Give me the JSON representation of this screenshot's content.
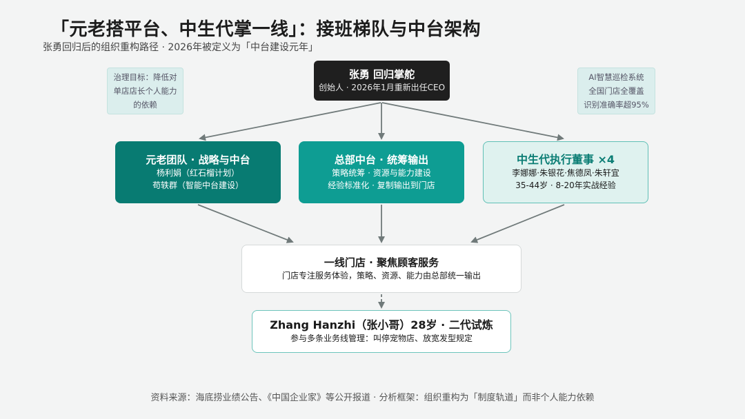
{
  "header": {
    "title": "「元老搭平台、中生代掌一线」：接班梯队与中台架构",
    "subtitle": "张勇回归后的组织重构路径 · 2026年被定义为「中台建设元年」"
  },
  "notes": {
    "left": [
      "治理目标：降低对",
      "单店店长个人能力",
      "的依赖"
    ],
    "right": [
      "AI智慧巡检系统",
      "全国门店全覆盖",
      "识别准确率超95%"
    ]
  },
  "nodes": {
    "ceo": {
      "title": "张勇 回归掌舵",
      "lines": [
        "创始人 · 2026年1月重新出任CEO"
      ]
    },
    "elder": {
      "title": "元老团队 · 战略与中台",
      "lines": [
        "杨利娟（红石榴计划）",
        "苟轶群（智能中台建设）"
      ]
    },
    "hq": {
      "title": "总部中台 · 统筹输出",
      "lines": [
        "策略统筹 · 资源与能力建设",
        "经验标准化 · 复制输出到门店"
      ]
    },
    "exec": {
      "title": "中生代执行董事 ×4",
      "lines": [
        "李娜娜·朱银花·焦德凤·朱轩宜",
        "35-44岁 · 8-20年实战经验"
      ]
    },
    "store": {
      "title": "一线门店 · 聚焦顾客服务",
      "lines": [
        "门店专注服务体验，策略、资源、能力由总部统一输出"
      ]
    },
    "gen2": {
      "title": "Zhang Hanzhi（张小哥）28岁 · 二代试炼",
      "lines": [
        "参与多条业务线管理：叫停宠物店、放宽发型规定"
      ]
    }
  },
  "footer": "资料来源：海底捞业绩公告、《中国企业家》等公开报道 · 分析框架：组织重构为「制度轨道」而非个人能力依赖",
  "colors": {
    "dark_node": "#1f1f1f",
    "teal_dark": "#087b72",
    "teal": "#0e9d93",
    "teal_light": "#dff2ef",
    "arrow": "#707a7a"
  }
}
